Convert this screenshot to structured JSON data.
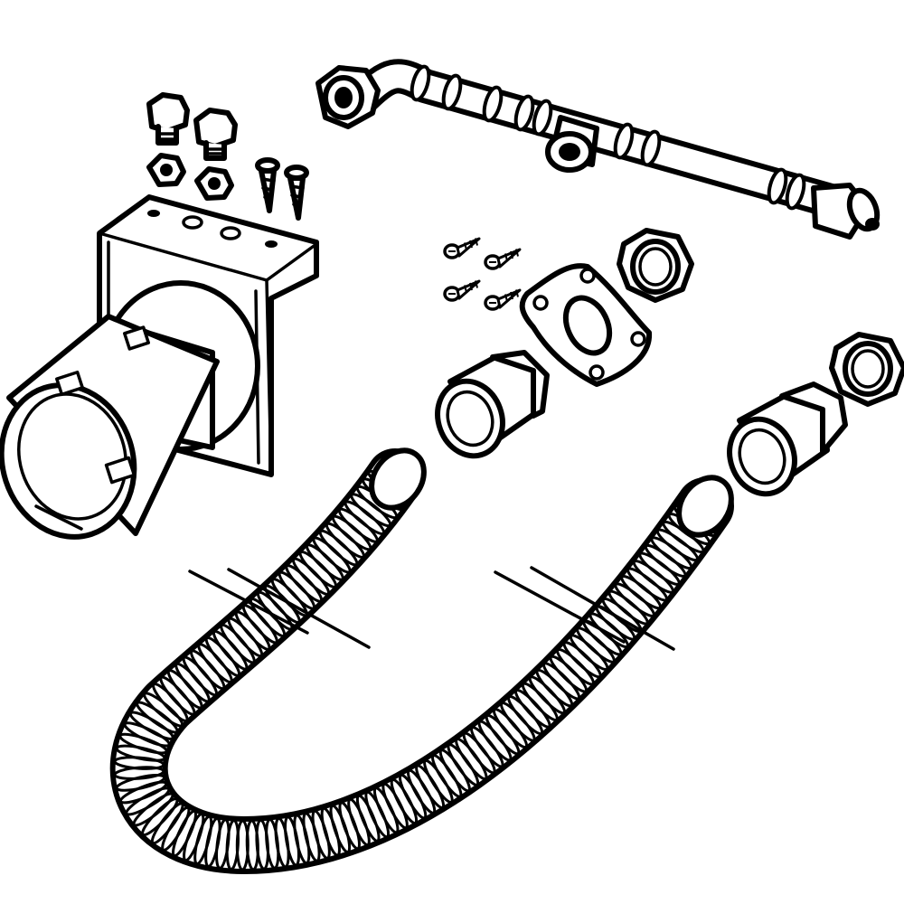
{
  "figure": {
    "colors": {
      "ink": "#000000",
      "paper": "#ffffff"
    },
    "parts": [
      {
        "id": "mounting-box",
        "icon": "flush-box-with-bracket-icon"
      },
      {
        "id": "hex-bolts",
        "count": 2,
        "icon": "hex-bolt-icon"
      },
      {
        "id": "hex-nuts",
        "count": 2,
        "icon": "hex-nut-icon"
      },
      {
        "id": "wood-screws",
        "count": 2,
        "icon": "wood-screw-icon"
      },
      {
        "id": "connection-pipe",
        "icon": "pipe-with-tee-icon"
      },
      {
        "id": "sheet-metal-screws",
        "count": 4,
        "icon": "small-screw-icon"
      },
      {
        "id": "flange-gasket",
        "icon": "gasket-icon"
      },
      {
        "id": "lock-nuts",
        "count": 2,
        "icon": "lock-nut-icon"
      },
      {
        "id": "hose-fittings",
        "count": 2,
        "icon": "compression-fitting-icon"
      },
      {
        "id": "corrugated-hose",
        "icon": "flexible-hose-icon"
      }
    ]
  }
}
